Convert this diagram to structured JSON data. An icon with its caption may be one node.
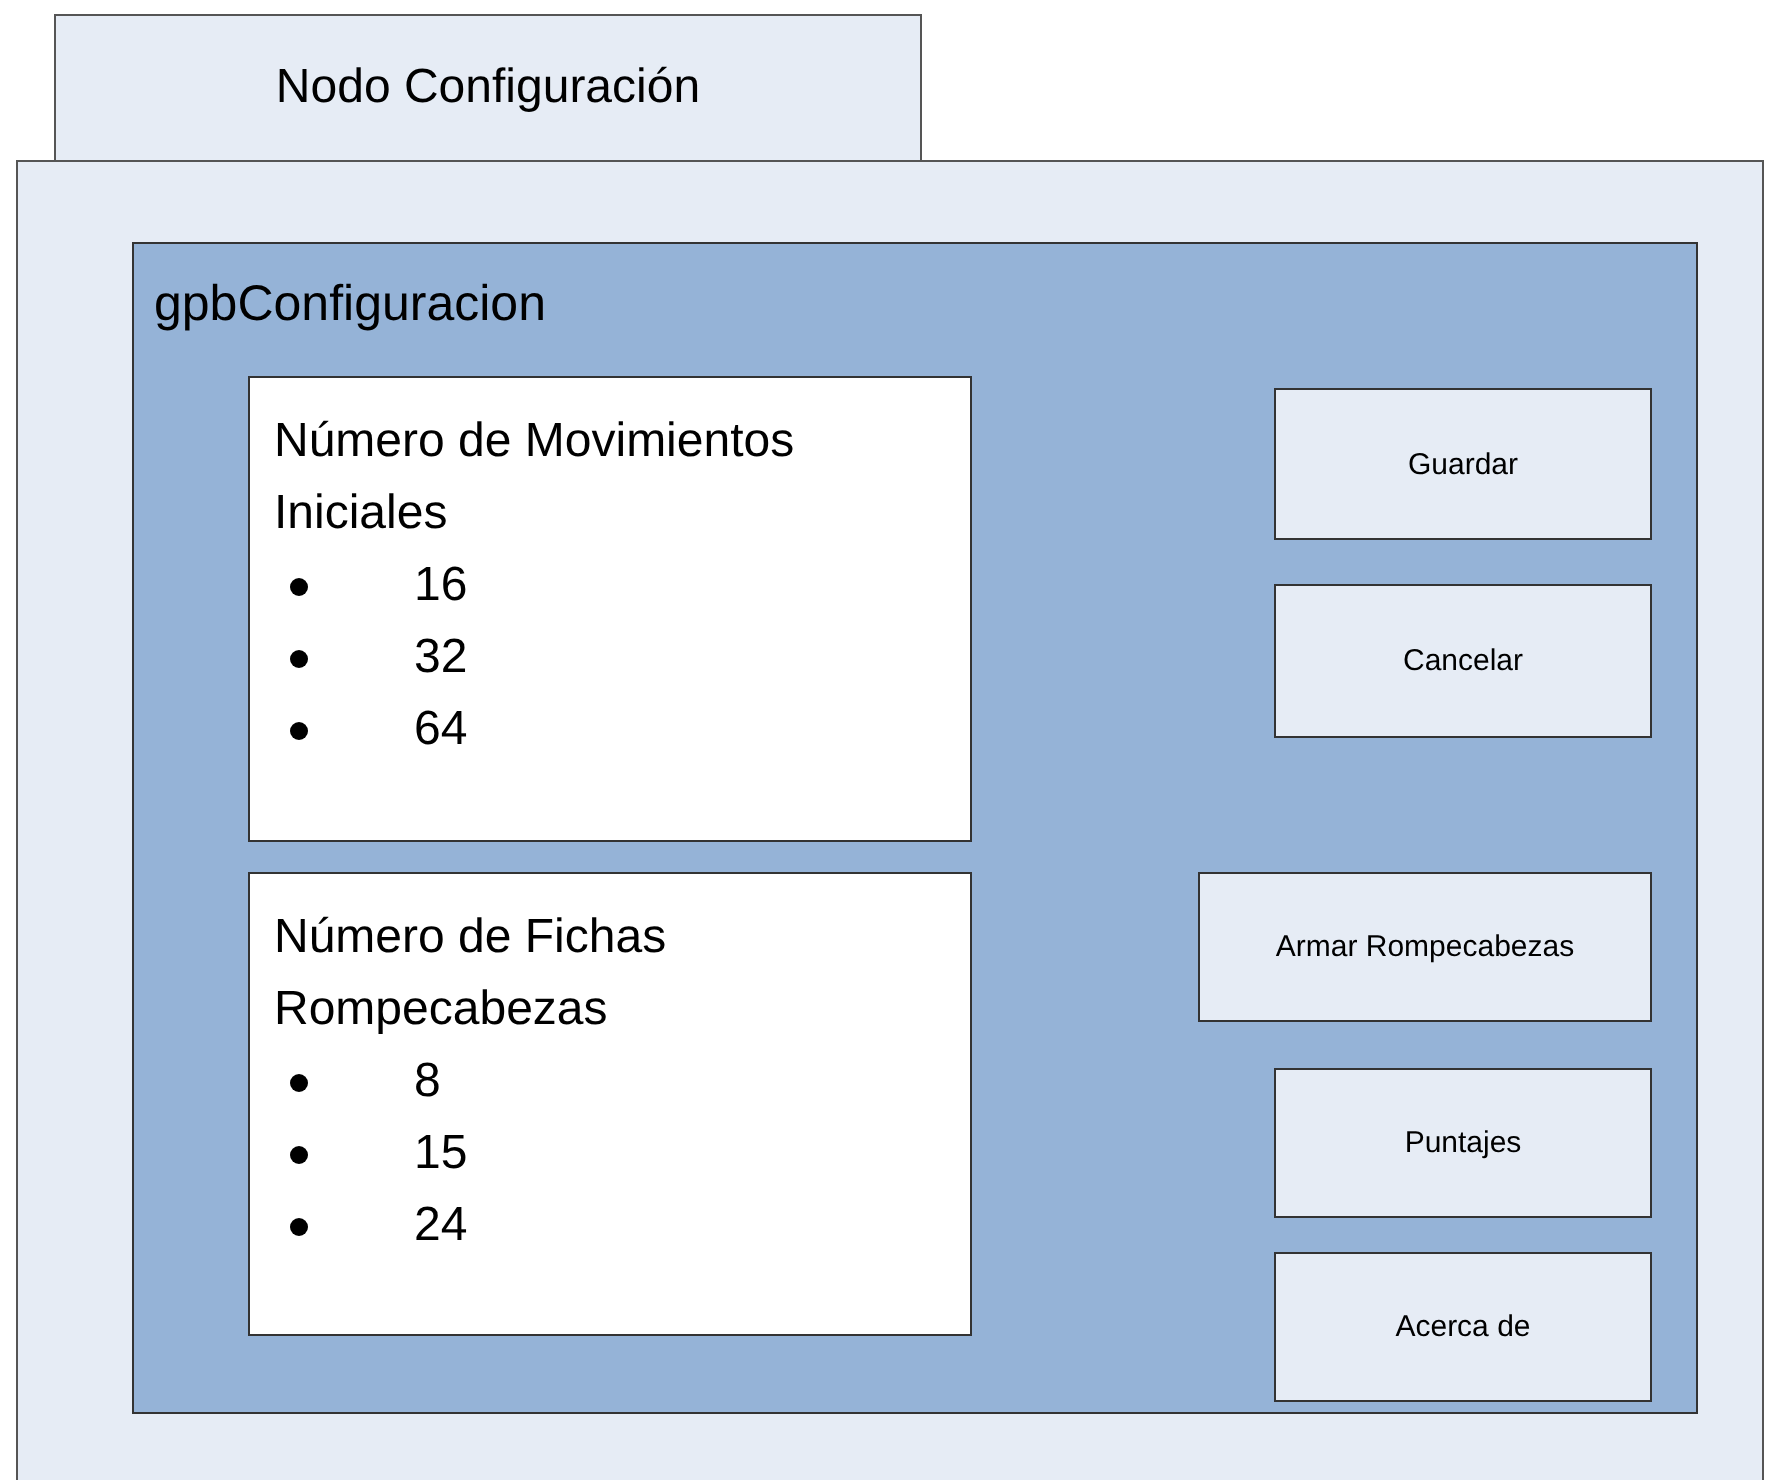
{
  "diagram": {
    "nodes": [
      {
        "text": [
          "Nodo Configuración"
        ]
      },
      {
        "text": [
          "gpbConfiguracion"
        ],
        "in": 0
      },
      {
        "text": [
          "Número de Movimientos Iniciales",
          "16",
          "32",
          "64"
        ],
        "in": 1
      },
      {
        "text": [
          "Número de Fichas Rompecabezas",
          "8",
          "15",
          "24"
        ],
        "in": 1
      },
      {
        "text": [
          "Guardar"
        ],
        "in": 1
      },
      {
        "text": [
          "Cancelar"
        ],
        "in": 1
      },
      {
        "text": [
          "Armar Rompecabezas"
        ],
        "in": 1
      },
      {
        "text": [
          "Puntajes"
        ],
        "in": 1
      },
      {
        "text": [
          "Acerca de"
        ],
        "in": 1
      }
    ],
    "edges": []
  }
}
